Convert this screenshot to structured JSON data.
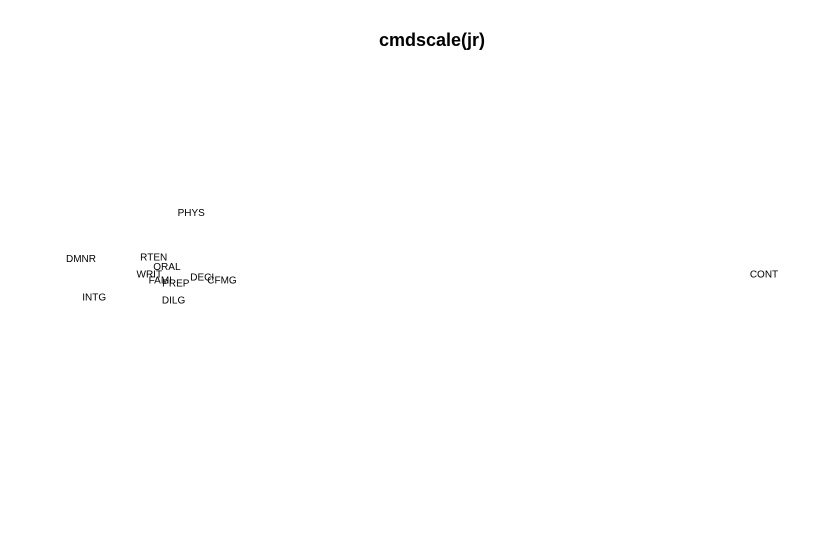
{
  "chart_data": {
    "type": "scatter",
    "title": "cmdscale(jr)",
    "xlabel": "",
    "ylabel": "",
    "axes_visible": false,
    "grid": false,
    "points": [
      {
        "label": "PHYS",
        "x": -0.45,
        "y": 0.4
      },
      {
        "label": "DMNR",
        "x": -0.95,
        "y": 0.1
      },
      {
        "label": "RTEN",
        "x": -0.62,
        "y": 0.11
      },
      {
        "label": "ORAL",
        "x": -0.56,
        "y": 0.05
      },
      {
        "label": "WRIT",
        "x": -0.64,
        "y": 0.0
      },
      {
        "label": "FAMI",
        "x": -0.59,
        "y": -0.04
      },
      {
        "label": "PREP",
        "x": -0.52,
        "y": -0.06
      },
      {
        "label": "DECI",
        "x": -0.4,
        "y": -0.02
      },
      {
        "label": "CFMG",
        "x": -0.31,
        "y": -0.04
      },
      {
        "label": "INTG",
        "x": -0.89,
        "y": -0.15
      },
      {
        "label": "DILG",
        "x": -0.53,
        "y": -0.17
      },
      {
        "label": "CONT",
        "x": 2.15,
        "y": 0.0
      }
    ],
    "xlim": [
      -1.05,
      2.3
    ],
    "ylim": [
      -1.4,
      1.4
    ]
  }
}
